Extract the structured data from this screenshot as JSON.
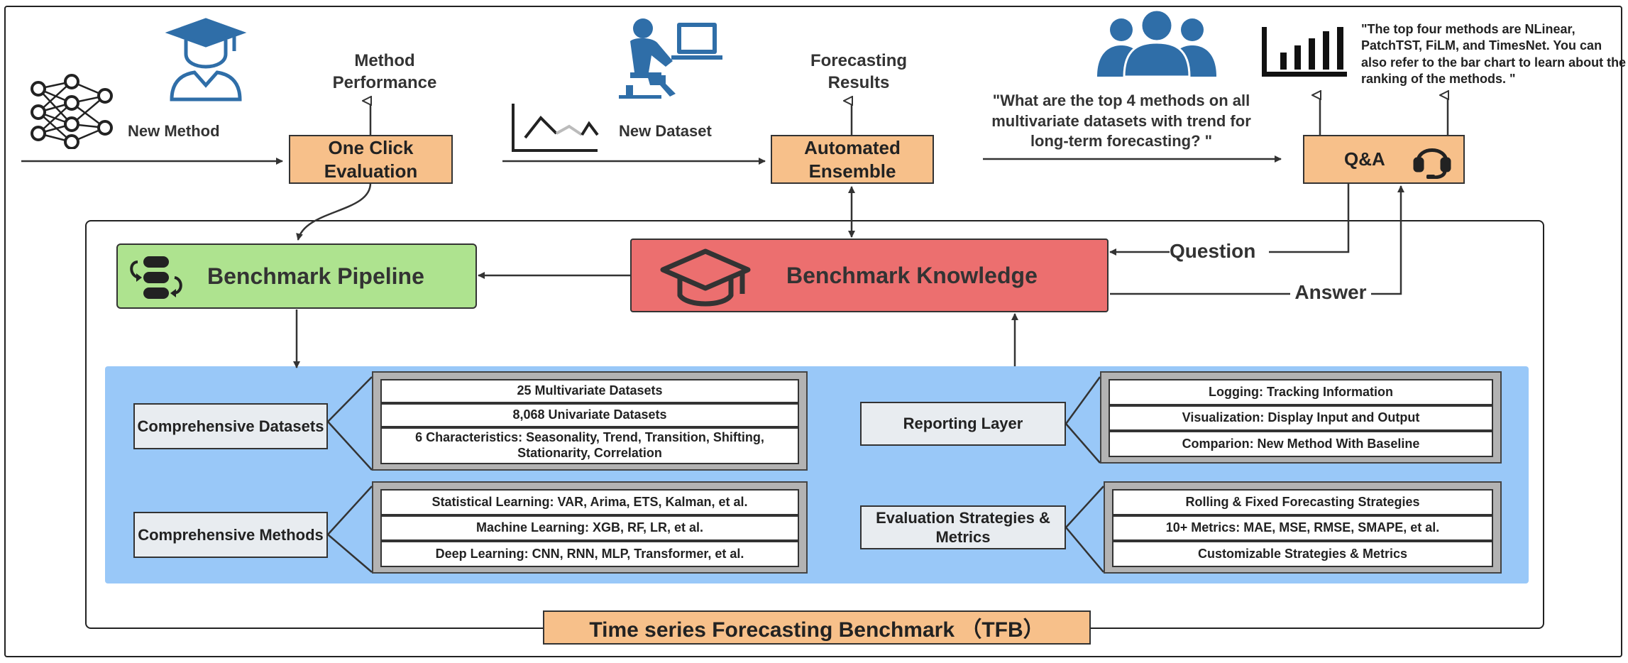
{
  "top": {
    "new_method": "New Method",
    "method_performance": "Method Performance",
    "one_click_evaluation": "One Click Evaluation",
    "new_dataset": "New Dataset",
    "forecasting_results": "Forecasting Results",
    "automated_ensemble": "Automated Ensemble",
    "question_text": "\"What are the top 4 methods on all multivariate datasets with trend for long-term forecasting?  \"",
    "answer_text": "\"The top four methods are NLinear, PatchTST, FiLM, and TimesNet. You can also refer to the bar chart to learn about the ranking of the methods. \"",
    "qa": "Q&A"
  },
  "middle": {
    "pipeline": "Benchmark Pipeline",
    "knowledge": "Benchmark Knowledge",
    "question": "Question",
    "answer": "Answer"
  },
  "datasets": {
    "label": "Comprehensive Datasets",
    "items": [
      "25 Multivariate Datasets",
      "8,068 Univariate Datasets",
      "6 Characteristics: Seasonality, Trend, Transition, Shifting, Stationarity, Correlation"
    ]
  },
  "methods": {
    "label": "Comprehensive Methods",
    "items": [
      "Statistical Learning: VAR, Arima, ETS, Kalman, et al.",
      "Machine Learning: XGB, RF, LR, et al.",
      "Deep Learning: CNN, RNN, MLP, Transformer, et al."
    ]
  },
  "reporting": {
    "label": "Reporting Layer",
    "items": [
      "Logging: Tracking Information",
      "Visualization:  Display Input and Output",
      "Comparion: New Method With Baseline"
    ]
  },
  "evaluation": {
    "label": "Evaluation Strategies & Metrics",
    "items": [
      "Rolling & Fixed Forecasting Strategies",
      "10+  Metrics: MAE, MSE, RMSE, SMAPE, et al.",
      "Customizable Strategies & Metrics"
    ]
  },
  "footer": {
    "title": "Time series Forecasting Benchmark （TFB）"
  },
  "colors": {
    "orange": "#f7c08a",
    "green": "#aee38f",
    "red": "#ec6f6f",
    "blue_panel": "#99c8f8",
    "icon_blue": "#2f6ea8"
  },
  "icons": [
    "neural-network-icon",
    "graduate-icon",
    "line-chart-icon",
    "computer-user-icon",
    "group-icon",
    "bar-chart-icon",
    "headset-icon",
    "database-sync-icon",
    "mortarboard-icon"
  ]
}
